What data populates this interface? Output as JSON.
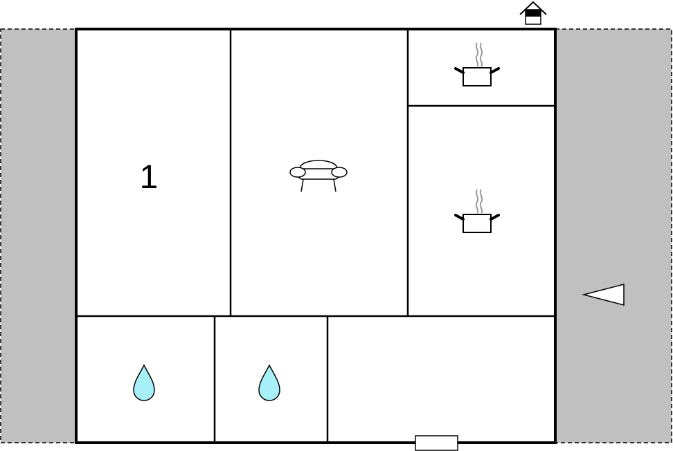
{
  "floor_plan": {
    "rooms": [
      {
        "id": "bedroom-1",
        "type": "bedroom",
        "label": "1"
      },
      {
        "id": "living-room",
        "type": "living-room",
        "icon": "sofa-icon"
      },
      {
        "id": "kitchen-upper",
        "type": "kitchen",
        "icon": "cooking-pot-icon"
      },
      {
        "id": "kitchen-lower",
        "type": "kitchen",
        "icon": "cooking-pot-icon"
      },
      {
        "id": "bathroom-1",
        "type": "bathroom",
        "icon": "water-drop-icon"
      },
      {
        "id": "bathroom-2",
        "type": "bathroom",
        "icon": "water-drop-icon"
      },
      {
        "id": "hall",
        "type": "hall"
      }
    ],
    "outdoor_areas": [
      {
        "id": "terrace-left",
        "type": "terrace"
      },
      {
        "id": "terrace-right",
        "type": "terrace"
      }
    ],
    "fixtures": [
      {
        "id": "house-marker",
        "icon": "house-icon"
      },
      {
        "id": "entrance-door",
        "icon": "door-icon"
      },
      {
        "id": "view-direction",
        "icon": "triangle-pointer-icon"
      }
    ],
    "colors": {
      "wall": "#000000",
      "outdoor": "#c0c0c0",
      "water": "#a8f0f8",
      "steam": "#999999",
      "background": "#ffffff"
    }
  }
}
